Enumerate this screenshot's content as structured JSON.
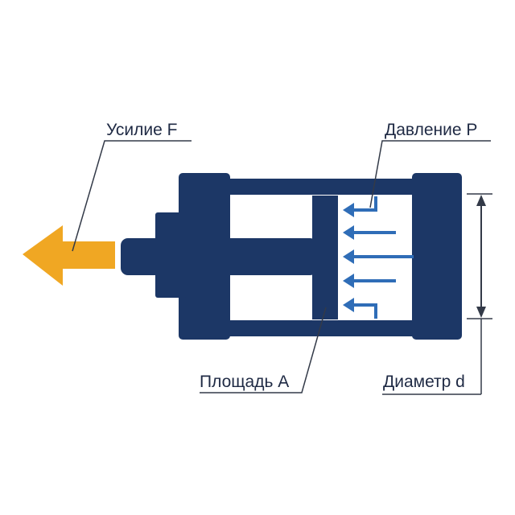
{
  "labels": {
    "force": "Усилие F",
    "pressure": "Давление P",
    "area": "Площадь A",
    "diameter": "Диаметр d"
  },
  "colors": {
    "cylinder": "#1c3766",
    "pressure_arrows": "#2f6db7",
    "force_arrow": "#f0a723",
    "leader_lines": "#333a48",
    "text": "#1f2a44",
    "background": "#ffffff"
  }
}
